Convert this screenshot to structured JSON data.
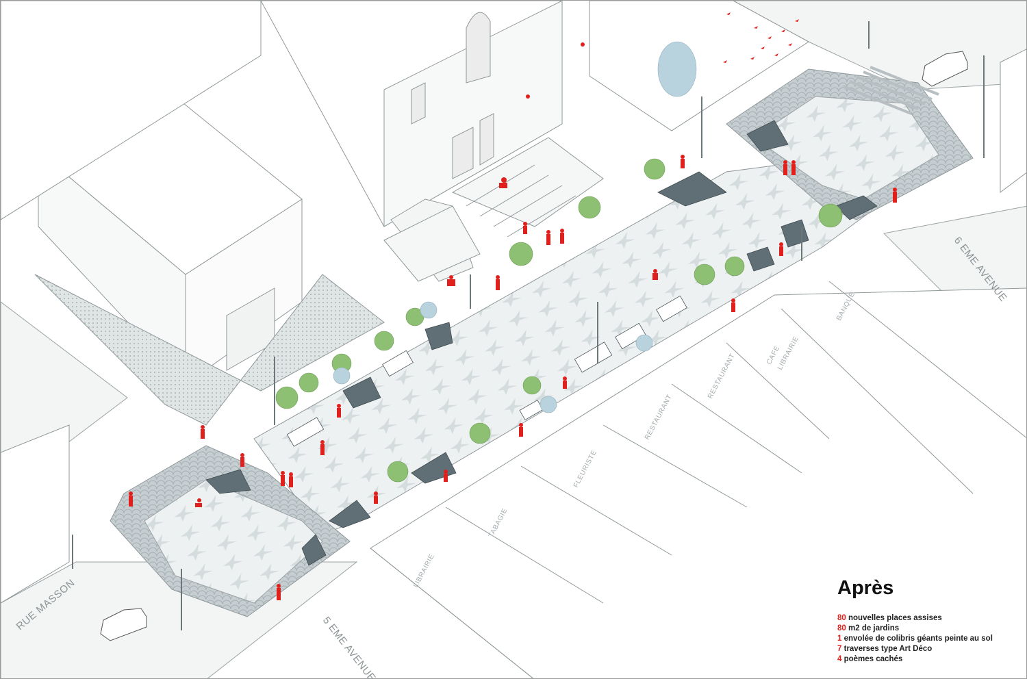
{
  "legend": {
    "title": "Après",
    "items": [
      {
        "number": "80",
        "text": "nouvelles places assises"
      },
      {
        "number": "80",
        "text": "m2 de jardins"
      },
      {
        "number": "1",
        "text": "envolée de colibris géants peinte au sol"
      },
      {
        "number": "7",
        "text": "traverses type Art Déco"
      },
      {
        "number": "4",
        "text": "poèmes cachés"
      }
    ]
  },
  "streets": {
    "rue_masson": "RUE MASSON",
    "avenue_5": "5 EME AVENUE",
    "avenue_6": "6 EME AVENUE"
  },
  "shops": [
    "LIBRAIRIE",
    "TABAGIE",
    "FLEURISTE",
    "RESTAURANT",
    "RESTAURANT",
    "CAFE",
    "LIBRAIRIE",
    "BANQUE"
  ],
  "colors": {
    "accent": "#e0201d",
    "line": "#8f9799",
    "pavement_dark": "#b9c2c5",
    "pavement_light": "#e9edee",
    "tree": "#8ec073",
    "planter": "#5f6f75"
  }
}
